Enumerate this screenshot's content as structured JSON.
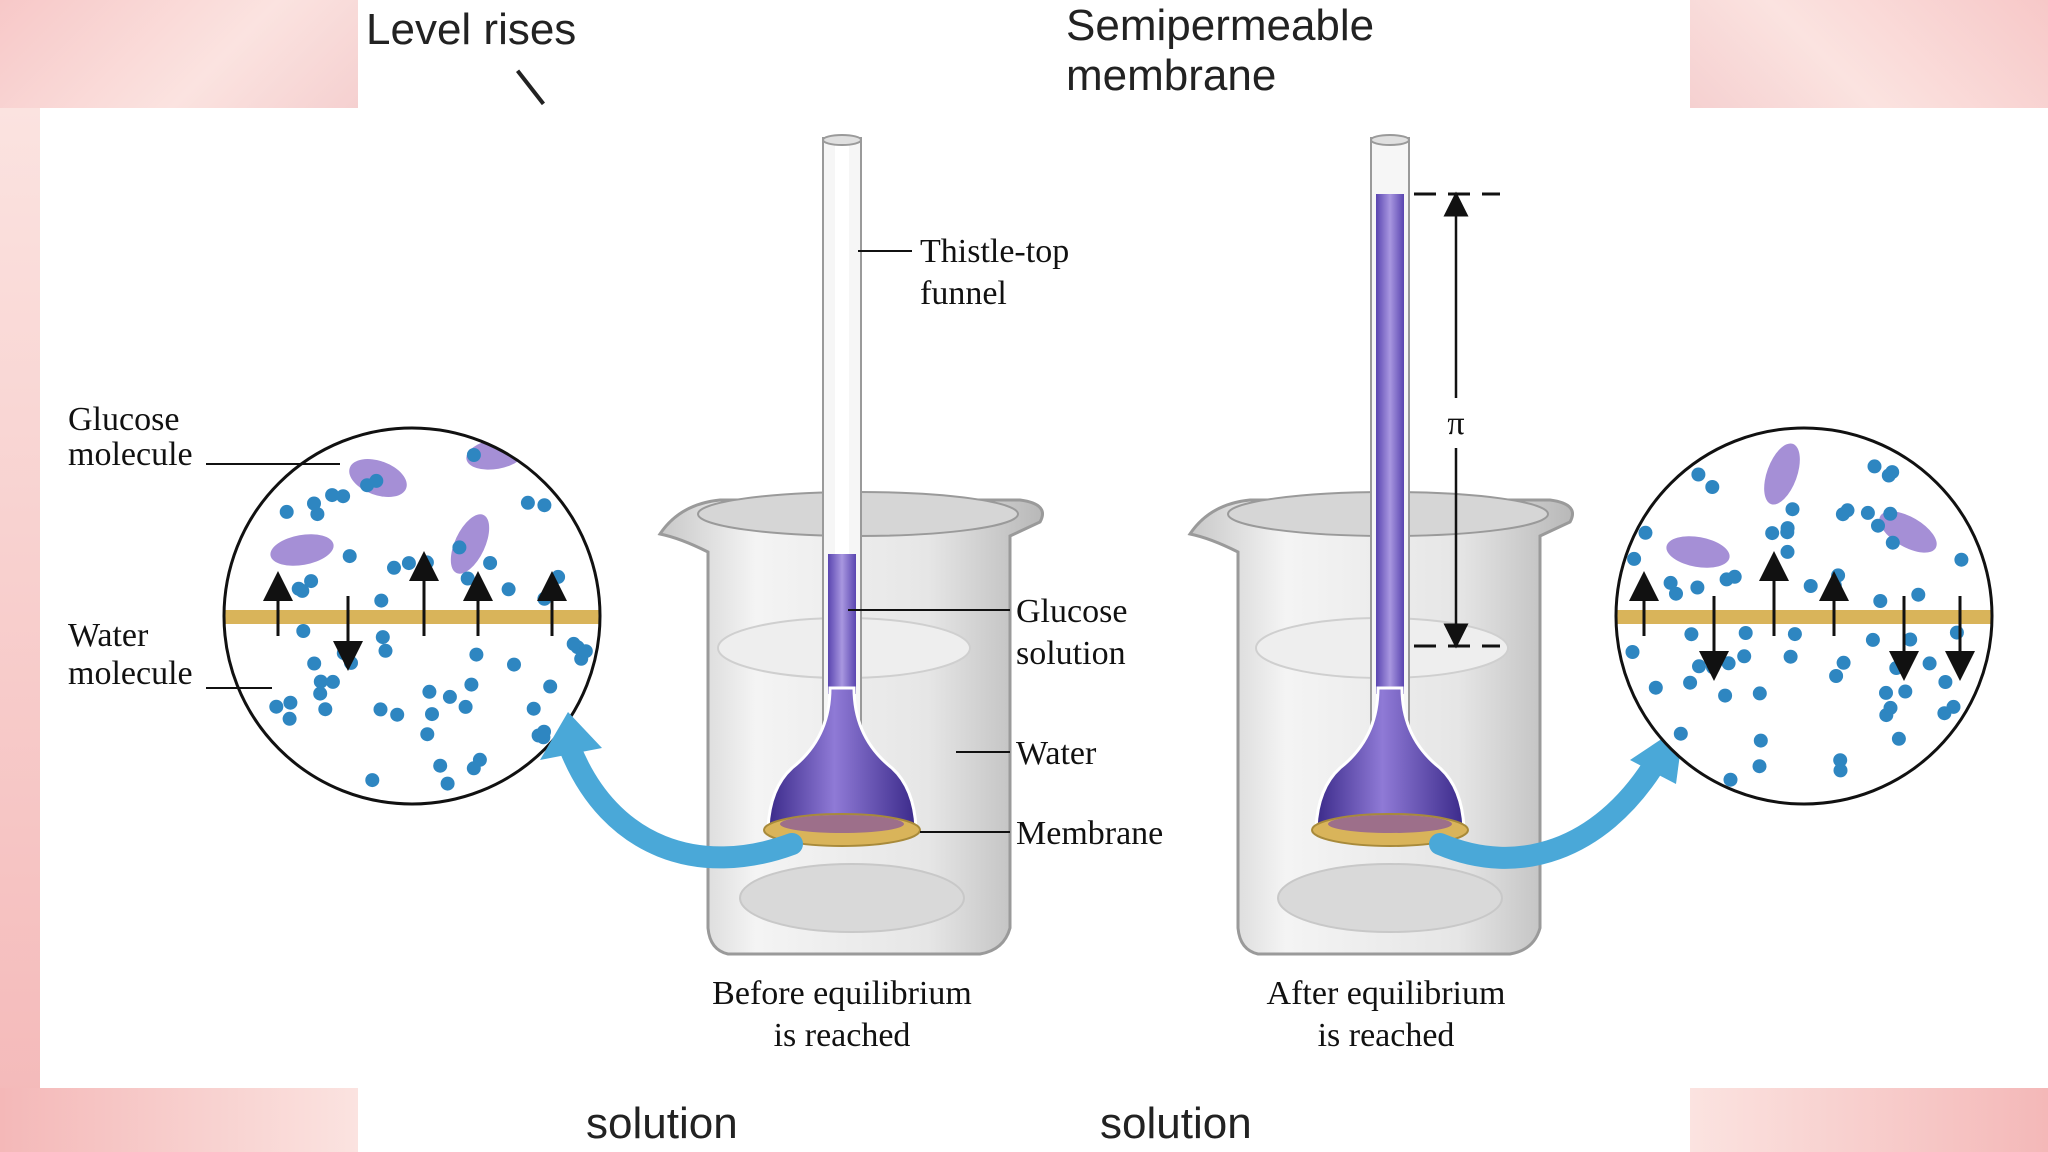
{
  "slide": {
    "level_rises": "Level rises",
    "semipermeable_line1": "Semipermeable",
    "semipermeable_line2": "membrane",
    "bottom_left": "solution",
    "bottom_right": "solution"
  },
  "diagram": {
    "labels": {
      "glucose_molecule_1": "Glucose",
      "glucose_molecule_2": "molecule",
      "water_molecule_1": "Water",
      "water_molecule_2": "molecule",
      "thistle_1": "Thistle-top",
      "thistle_2": "funnel",
      "glucose_solution_1": "Glucose",
      "glucose_solution_2": "solution",
      "water": "Water",
      "membrane": "Membrane",
      "pi": "π",
      "before_1": "Before equilibrium",
      "before_2": "is reached",
      "after_1": "After equilibrium",
      "after_2": "is reached"
    },
    "colors": {
      "glucose": "#a58fd6",
      "water_dot": "#2e86c1",
      "membrane": "#d9b45a",
      "solution": "#5a3fb0",
      "arrow": "#4aa8d8"
    }
  }
}
